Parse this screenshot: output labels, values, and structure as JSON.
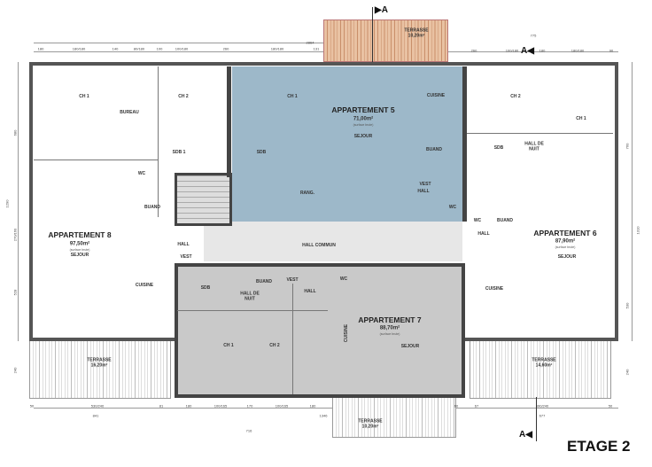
{
  "title": "ETAGE 2",
  "section_marker": "A",
  "colors": {
    "apt5": "#9db8c9",
    "apt7": "#c9c9c9",
    "hall": "#e7e7e7",
    "terrace_top": "#e9c2a3",
    "wall": "#444444"
  },
  "apartments": {
    "apt8": {
      "name": "APPARTEMENT 8",
      "area": "97,50m²",
      "note": "(surface brute)",
      "rooms": [
        "CH 1",
        "BUREAU",
        "CH 2",
        "SDB 1",
        "WC",
        "BUAND",
        "SEJOUR",
        "CUISINE",
        "HALL",
        "VEST"
      ]
    },
    "apt5": {
      "name": "APPARTEMENT 5",
      "area": "71,00m²",
      "note": "(surface brute)",
      "rooms": [
        "CH 1",
        "SDB",
        "RANG.",
        "SEJOUR",
        "CUISINE",
        "BUAND",
        "VEST",
        "HALL",
        "WC"
      ]
    },
    "apt6": {
      "name": "APPARTEMENT 6",
      "area": "87,90m²",
      "note": "(surface brute)",
      "rooms": [
        "CH 2",
        "CH 1",
        "SDB",
        "HALL DE NUIT",
        "WC",
        "BUAND",
        "SEJOUR",
        "CUISINE",
        "HALL"
      ]
    },
    "apt7": {
      "name": "APPARTEMENT 7",
      "area": "88,70m²",
      "note": "(surface brute)",
      "rooms": [
        "SDB",
        "BUAND",
        "VEST",
        "HALL",
        "WC",
        "HALL DE NUIT",
        "CH 1",
        "CH 2",
        "CUISINE",
        "SEJOUR"
      ]
    }
  },
  "common": {
    "hall": "HALL COMMUN"
  },
  "terraces": [
    {
      "name": "TERRASSE",
      "area": "10,20m²"
    },
    {
      "name": "TERRASSE",
      "area": "16,20m²"
    },
    {
      "name": "TERRASSE",
      "area": "14,60m²"
    },
    {
      "name": "TERRASSE",
      "area": "10,20m²"
    }
  ],
  "dimensions": {
    "top": [
      "180",
      "180/180",
      "140",
      "80/180",
      "100",
      "100/180",
      "260",
      "180/180",
      "131",
      "260",
      "100/180",
      "180",
      "180/180",
      "90"
    ],
    "top_totals": [
      "2864",
      "775"
    ],
    "bottom": [
      "50",
      "530/240",
      "81",
      "180",
      "100/165",
      "170",
      "100/165",
      "180",
      "60",
      "67",
      "590/240",
      "50"
    ],
    "bottom_totals": [
      "841",
      "1346",
      "716",
      "677"
    ],
    "left": [
      "680",
      "1290",
      "270/160",
      "528",
      "240"
    ],
    "right": [
      "760",
      "1310",
      "530",
      "240"
    ]
  }
}
